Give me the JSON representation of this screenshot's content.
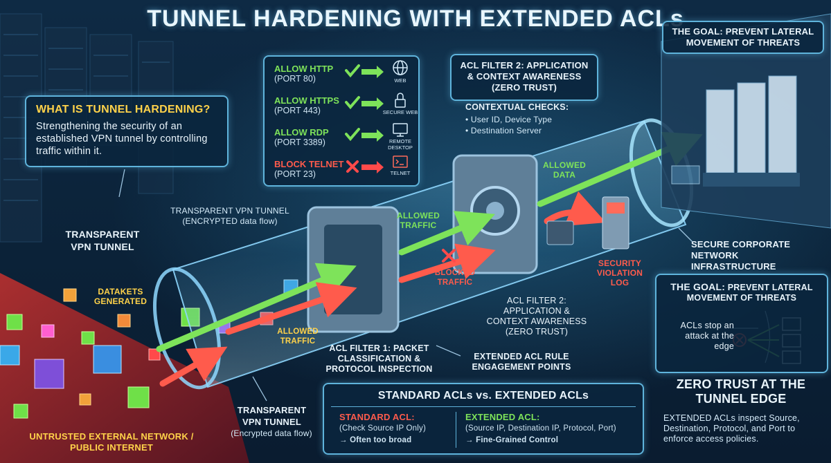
{
  "title": "TUNNEL HARDENING WITH EXTENDED ACLs",
  "what_is": {
    "heading": "WHAT IS TUNNEL HARDENING?",
    "body": "Strengthening the security of an established VPN tunnel by controlling traffic within it."
  },
  "rules": [
    {
      "label": "ALLOW HTTP",
      "port": "(PORT 80)",
      "icon_name": "globe-icon",
      "icon_label": "WEB",
      "allowed": true
    },
    {
      "label": "ALLOW HTTPS",
      "port": "(PORT 443)",
      "icon_name": "lock-icon",
      "icon_label": "SECURE WEB",
      "allowed": true
    },
    {
      "label": "ALLOW RDP",
      "port": "(PORT 3389)",
      "icon_name": "monitor-icon",
      "icon_label": "REMOTE DESKTOP",
      "allowed": true
    },
    {
      "label": "BLOCK TELNET",
      "port": "(PORT 23)",
      "icon_name": "terminal-icon",
      "icon_label": "TELNET",
      "allowed": false
    }
  ],
  "acl2_box": {
    "title": "ACL FILTER 2: APPLICATION & CONTEXT AWARENESS (ZERO TRUST)",
    "checks_heading": "CONTEXTUAL CHECKS:",
    "checks": [
      "• User ID, Device Type",
      "• Destination Server"
    ]
  },
  "goal_top": "THE GOAL: PREVENT LATERAL MOVEMENT OF THREATS",
  "labels": {
    "transparent_vpn_1": "TRANSPARENT VPN TUNNEL",
    "transparent_vpn_note": "TRANSPARENT VPN TUNNEL (ENCRYPTED data flow)",
    "datakets": "DATAKETS GENERATED",
    "allowed_traffic_low": "ALLOWED TRAFFIC",
    "allowed_traffic_mid": "ALLOWED TRAFFIC",
    "blocked_traffic": "BLOCKED TRAFFIC",
    "allowed_data": "ALLOWED DATA",
    "security_log": "SECURITY VIOLATION LOG",
    "secure_corp": "SECURE CORPORATE NETWORK INFRASTRUCTURE",
    "acl2_lower": "ACL FILTER 2: APPLICATION & CONTEXT AWARENESS (ZERO TRUST)",
    "acl1": "ACL FILTER 1: PACKET CLASSIFICATION & PROTOCOL INSPECTION",
    "engagement": "EXTENDED ACL RULE ENGAGEMENT POINTS",
    "transparent_vpn_2": "TRANSPARENT VPN TUNNEL",
    "encrypted_flow": "(Encrypted data flow)",
    "untrusted": "UNTRUSTED EXTERNAL NETWORK / PUBLIC INTERNET"
  },
  "goal_right": {
    "heading_bold": "THE GOAL:",
    "heading_rest": " PREVENT LATERAL MOVEMENT OF THREATS",
    "acl_note": "ACLs stop an attack at the edge"
  },
  "zero_trust": {
    "heading": "ZERO TRUST AT THE TUNNEL EDGE",
    "body": "EXTENDED ACLs inspect Source, Destination, Protocol, and Port to enforce access policies."
  },
  "comparison": {
    "title": "STANDARD ACLs vs. EXTENDED ACLs",
    "standard": {
      "heading": "STANDARD ACL:",
      "detail": "(Check Source IP Only)",
      "verdict": "→ Often too broad"
    },
    "extended": {
      "heading": "EXTENDED ACL:",
      "detail": "(Source IP, Destination IP, Protocol, Port)",
      "verdict": "→ Fine-Grained Control"
    }
  },
  "colors": {
    "allow": "#7ee35a",
    "block": "#ff5b4c",
    "accent": "#5fb4dc",
    "highlight": "#ffd24a"
  }
}
